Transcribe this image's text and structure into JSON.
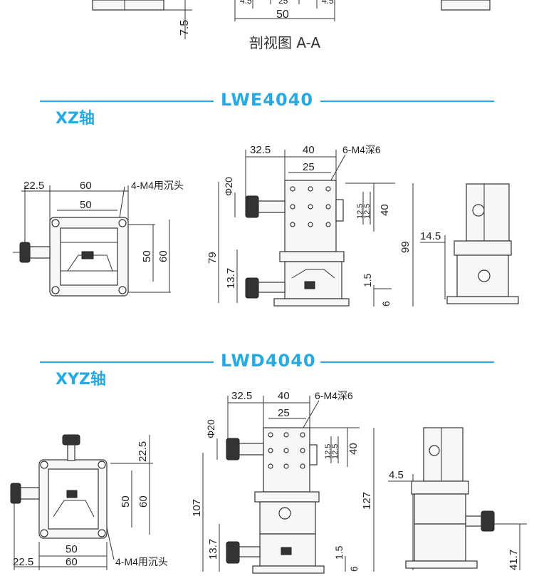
{
  "top": {
    "dims": {
      "d_7_5": "7.5",
      "d_50": "50",
      "d_4_5a": "4.5",
      "d_25": "25",
      "d_4_5b": "4.5"
    },
    "caption": "剖视图 A-A"
  },
  "lwe": {
    "model": "LWE4040",
    "axis": "XZ轴",
    "front": {
      "d22_5": "22.5",
      "d60": "60",
      "d50": "50",
      "note": "4-M4用沉头",
      "v50": "50",
      "v60": "60"
    },
    "side": {
      "d32_5": "32.5",
      "d40": "40",
      "d25": "25",
      "note": "6-M4深6",
      "phi": "Φ20",
      "d12_5a": "12.5",
      "d12_5b": "12.5",
      "v40": "40",
      "v99": "99",
      "v79": "79",
      "v13_7": "13.7",
      "v1_5": "1.5",
      "v6": "6"
    },
    "end": {
      "d14_5": "14.5"
    }
  },
  "lwd": {
    "model": "LWD4040",
    "axis": "XYZ轴",
    "front": {
      "d22_5v": "22.5",
      "v50": "50",
      "v60": "60",
      "d50": "50",
      "d22_5": "22.5",
      "d60": "60",
      "note": "4-M4用沉头"
    },
    "side": {
      "d32_5": "32.5",
      "d40": "40",
      "d25": "25",
      "note": "6-M4深6",
      "phi": "Φ20",
      "d12_5a": "12.5",
      "d12_5b": "12.5",
      "v40": "40",
      "v107": "107",
      "v127": "127",
      "v13_7": "13.7",
      "v1_5": "1.5",
      "v6": "6"
    },
    "end": {
      "d4_5": "4.5",
      "v41_7": "41.7"
    }
  },
  "colors": {
    "accent": "#29a9e1",
    "line": "#333333"
  }
}
